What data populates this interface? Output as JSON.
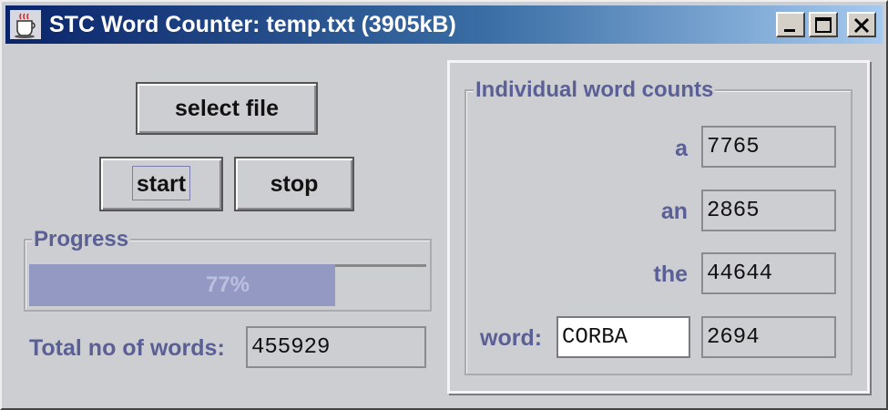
{
  "window": {
    "title": "STC Word Counter: temp.txt (3905kB)",
    "icon": "java-cup-icon",
    "controls": [
      "minimize-icon",
      "maximize-icon",
      "close-icon"
    ]
  },
  "buttons": {
    "select_file": "select file",
    "start": "start",
    "stop": "stop"
  },
  "progress": {
    "label": "Progress",
    "value_percent": 77,
    "text": "77%"
  },
  "total": {
    "label": "Total no of words:",
    "value": "455929"
  },
  "individual": {
    "label": "Individual word counts",
    "rows": [
      {
        "word": "a",
        "count": "7765"
      },
      {
        "word": "an",
        "count": "2865"
      },
      {
        "word": "the",
        "count": "44644"
      }
    ],
    "custom": {
      "label": "word:",
      "input_value": "CORBA",
      "count": "2694"
    }
  },
  "colors": {
    "title_gradient_start": "#0a246a",
    "title_gradient_end": "#a6caf0",
    "label_color": "#5a5f95",
    "progress_fill": "#9499c3",
    "background": "#cdced2"
  }
}
